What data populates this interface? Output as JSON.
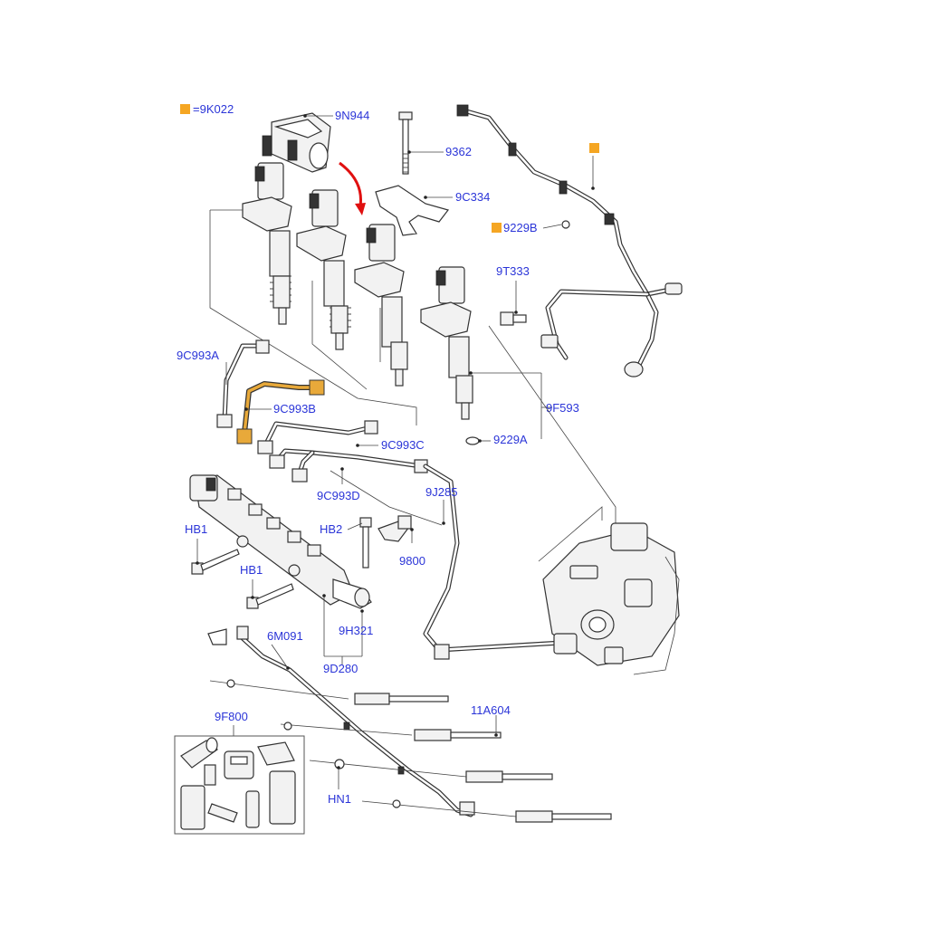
{
  "legend": {
    "marker_color": "#f5a623",
    "text": "=9K022"
  },
  "accent": {
    "highlight_pipe": "#e8a93a",
    "arrow": "#e01010",
    "label": "#2b35d8"
  },
  "labels": {
    "l9N944": "9N944",
    "l9362": "9362",
    "l9C334": "9C334",
    "l9229B": "9229B",
    "l9T333": "9T333",
    "l9C993A": "9C993A",
    "l9C993B": "9C993B",
    "l9F593": "9F593",
    "l9C993C": "9C993C",
    "l9229A": "9229A",
    "l9C993D": "9C993D",
    "l9J285": "9J285",
    "lHB1a": "HB1",
    "lHB2": "HB2",
    "l9800": "9800",
    "lHB1b": "HB1",
    "l9H321": "9H321",
    "l6M091": "6M091",
    "l9D280": "9D280",
    "l11A604": "11A604",
    "l9F800": "9F800",
    "lHN1": "HN1"
  },
  "icons": {
    "marker": "square-marker-icon",
    "arrow": "assembly-direction-arrow-icon"
  }
}
